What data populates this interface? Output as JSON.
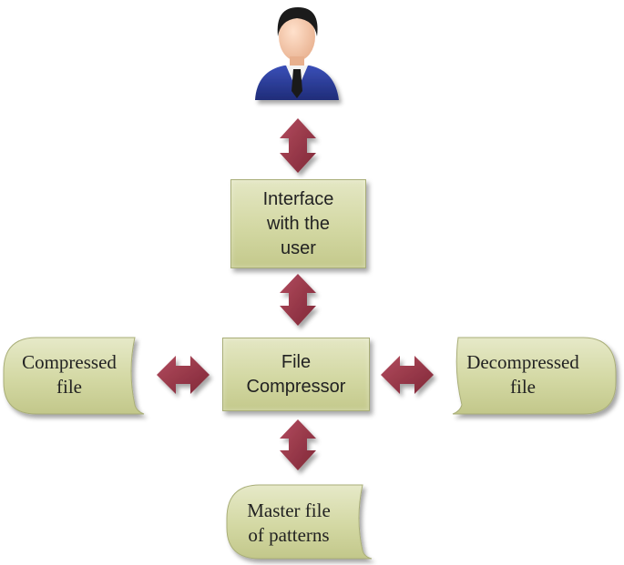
{
  "diagram": {
    "interface_box": {
      "lines": [
        "Interface",
        "with the",
        "user"
      ]
    },
    "compressor_box": {
      "lines": [
        "File",
        "Compressor"
      ]
    },
    "compressed_doc": {
      "lines": [
        "Compressed",
        "file"
      ]
    },
    "decompressed_doc": {
      "lines": [
        "Decompressed",
        "file"
      ]
    },
    "master_doc": {
      "lines": [
        "Master file",
        "of patterns"
      ]
    }
  },
  "icons": {
    "user": "user-avatar-icon",
    "connector": "double-arrow-icon"
  },
  "colors": {
    "box_fill": "#d3d8a3",
    "box_border": "#a9ae78",
    "arrow": "#9b3a4b",
    "suit": "#2e3f9c"
  }
}
